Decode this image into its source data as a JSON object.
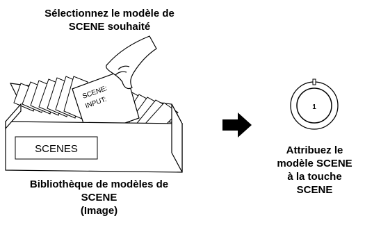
{
  "captions": {
    "top": [
      "Sélectionnez le modèle de",
      "SCENE souhaité"
    ],
    "library": [
      "Bibliothèque de modèles de",
      "SCENE",
      "(Image)"
    ],
    "assign": [
      "Attribuez le",
      "modèle SCENE",
      "à la touche",
      "SCENE"
    ]
  },
  "box_label": "SCENES",
  "card": {
    "line1": "SCENE:",
    "line2": "INPUT:"
  },
  "knob_label": "1"
}
